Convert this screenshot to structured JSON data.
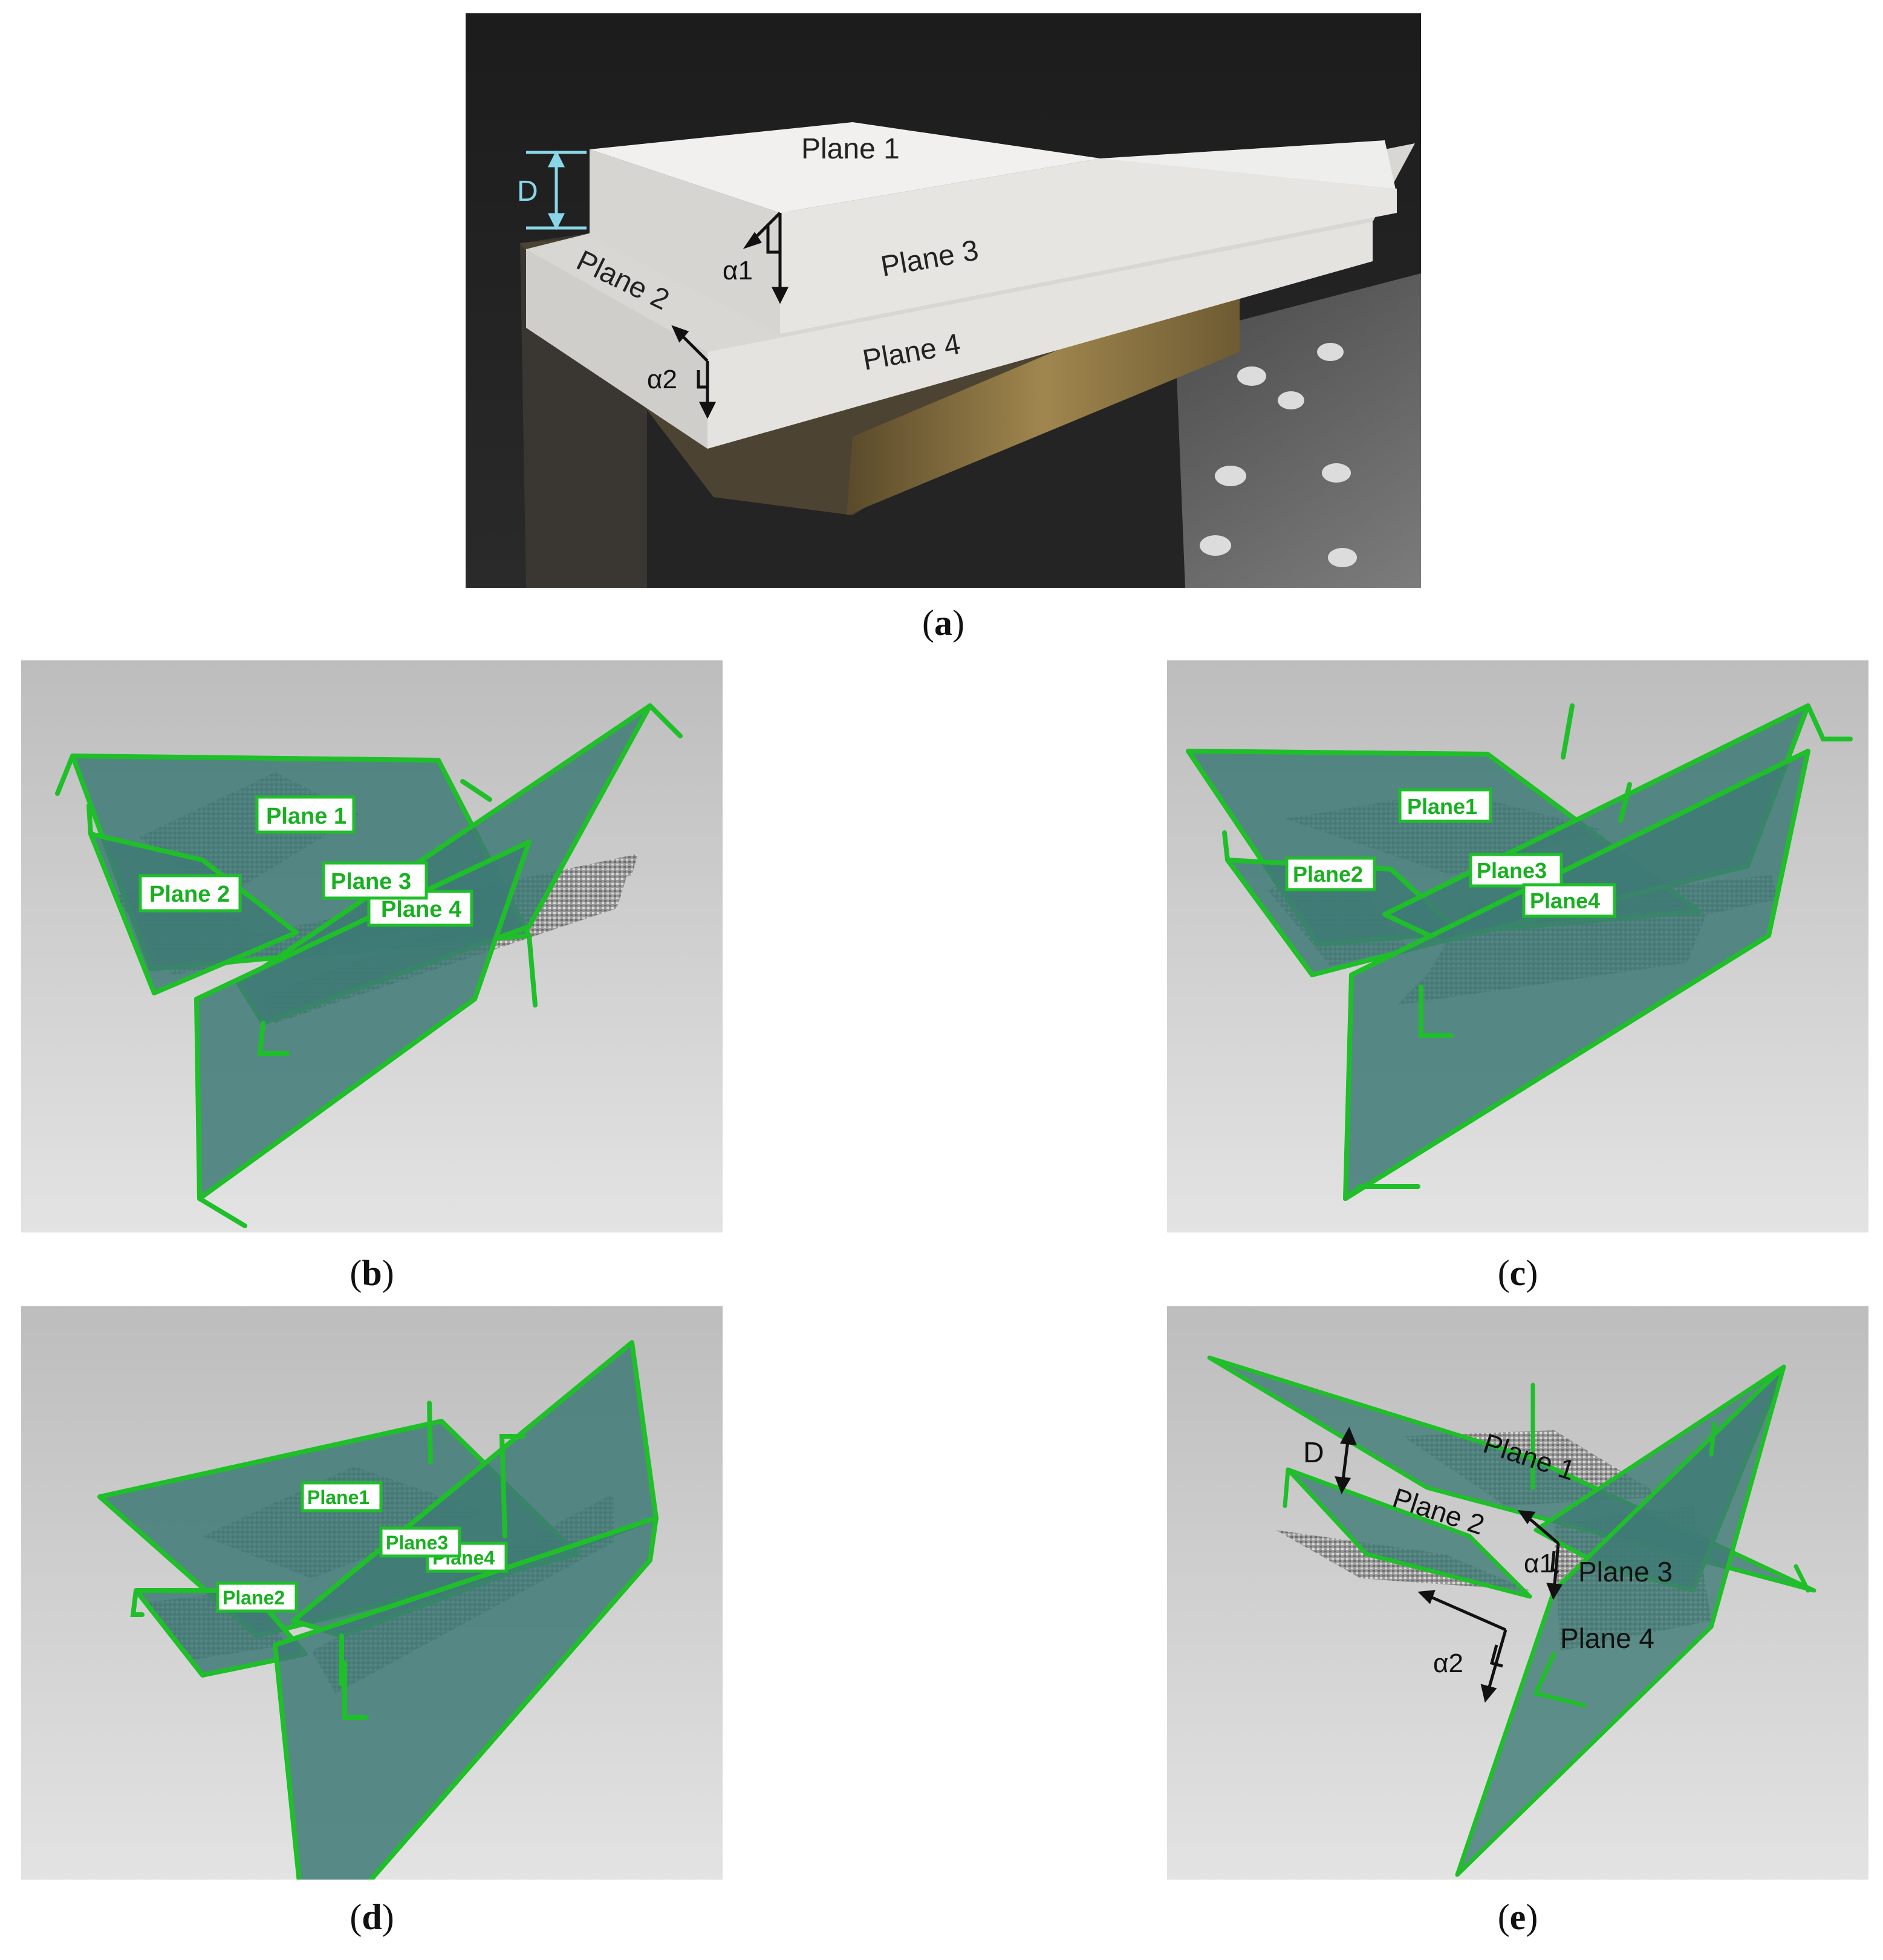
{
  "figure": {
    "panel_a": {
      "caption": "a",
      "labels": {
        "plane1": "Plane 1",
        "plane2": "Plane 2",
        "plane3": "Plane 3",
        "plane4": "Plane 4",
        "d": "D",
        "alpha1": "α1",
        "alpha2": "α2"
      }
    },
    "panel_b": {
      "caption": "b",
      "labels": {
        "plane1": "Plane 1",
        "plane2": "Plane 2",
        "plane3": "Plane 3",
        "plane4": "Plane 4"
      }
    },
    "panel_c": {
      "caption": "c",
      "labels": {
        "plane1": "Plane1",
        "plane2": "Plane2",
        "plane3": "Plane3",
        "plane4": "Plane4"
      }
    },
    "panel_d": {
      "caption": "d",
      "labels": {
        "plane1": "Plane1",
        "plane2": "Plane2",
        "plane3": "Plane3",
        "plane4": "Plane4"
      }
    },
    "panel_e": {
      "caption": "e",
      "labels": {
        "plane1": "Plane 1",
        "plane2": "Plane 2",
        "plane3": "Plane 3",
        "plane4": "Plane 4",
        "d": "D",
        "alpha1": "α1",
        "alpha2": "α2"
      }
    },
    "colors": {
      "plane_edge": "#1fbf2a",
      "plane_fill": "#3e7a76",
      "label_text": "#18b020",
      "viewport_bg": "#c4c4c4",
      "block_face": "#e9e8e6",
      "bench": "#2e2e2e"
    }
  }
}
